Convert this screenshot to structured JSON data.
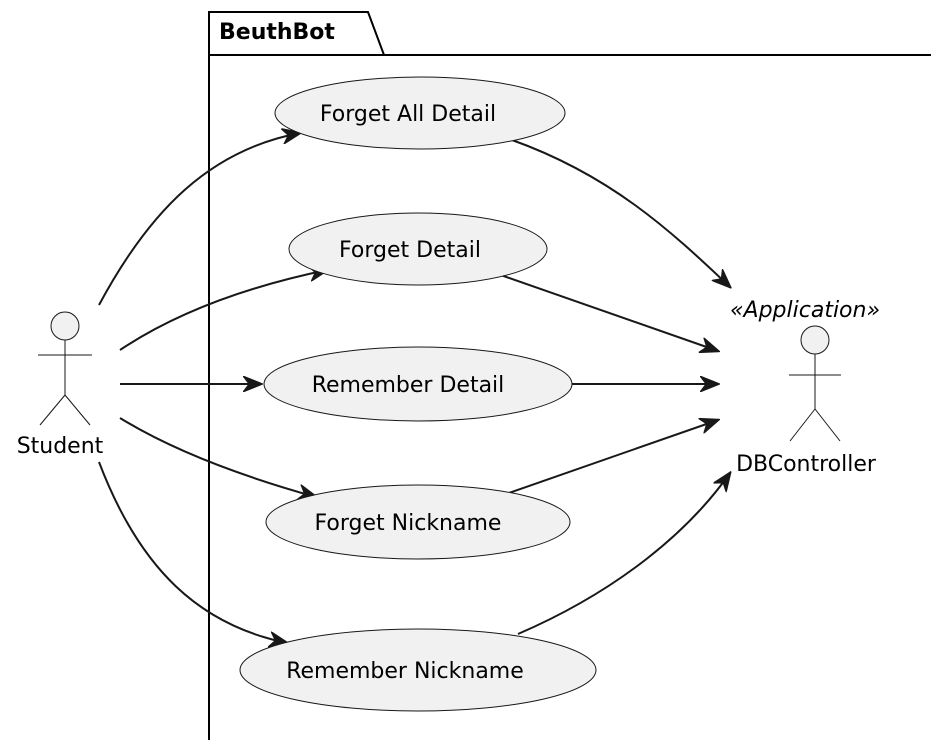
{
  "package": {
    "name": "BeuthBot"
  },
  "actors": {
    "student": {
      "name": "Student"
    },
    "dbcontroller": {
      "name": "DBController",
      "stereotype": "«Application»"
    }
  },
  "usecases": [
    {
      "id": "forget-all-detail",
      "label": "Forget All Detail"
    },
    {
      "id": "forget-detail",
      "label": "Forget Detail"
    },
    {
      "id": "remember-detail",
      "label": "Remember Detail"
    },
    {
      "id": "forget-nickname",
      "label": "Forget Nickname"
    },
    {
      "id": "remember-nickname",
      "label": "Remember Nickname"
    }
  ],
  "relations": [
    {
      "from": "Student",
      "to": "Forget All Detail"
    },
    {
      "from": "Student",
      "to": "Forget Detail"
    },
    {
      "from": "Student",
      "to": "Remember Detail"
    },
    {
      "from": "Student",
      "to": "Forget Nickname"
    },
    {
      "from": "Student",
      "to": "Remember Nickname"
    },
    {
      "from": "Forget All Detail",
      "to": "DBController"
    },
    {
      "from": "Forget Detail",
      "to": "DBController"
    },
    {
      "from": "Remember Detail",
      "to": "DBController"
    },
    {
      "from": "Forget Nickname",
      "to": "DBController"
    },
    {
      "from": "Remember Nickname",
      "to": "DBController"
    }
  ],
  "colors": {
    "usecase_fill": "#f1f1f1",
    "line": "#181818",
    "background": "#ffffff"
  }
}
